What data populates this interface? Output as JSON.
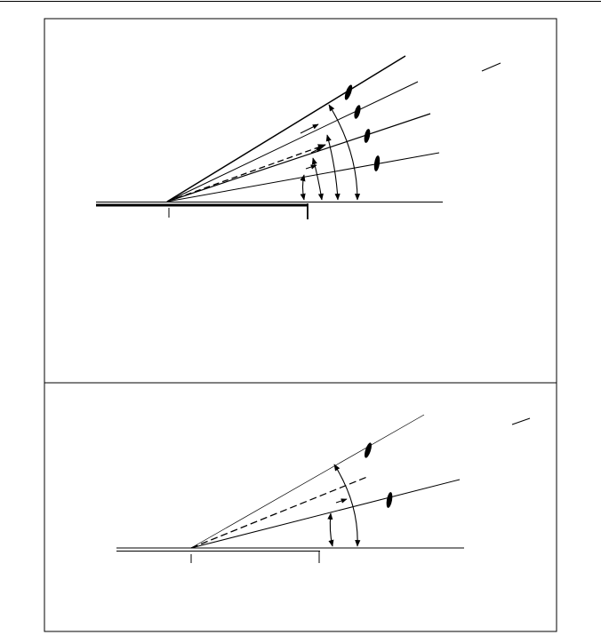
{
  "figure": {
    "panels": [
      {
        "id": "upper",
        "ray_count": 4,
        "marker_count": 4,
        "angle_arcs": 4,
        "dashed_bisector": true
      },
      {
        "id": "lower",
        "ray_count": 2,
        "marker_count": 2,
        "angle_arcs": 2,
        "dashed_bisector": true
      }
    ]
  },
  "colors": {
    "ink": "#000000",
    "paper": "#ffffff",
    "frame": "#000000"
  }
}
